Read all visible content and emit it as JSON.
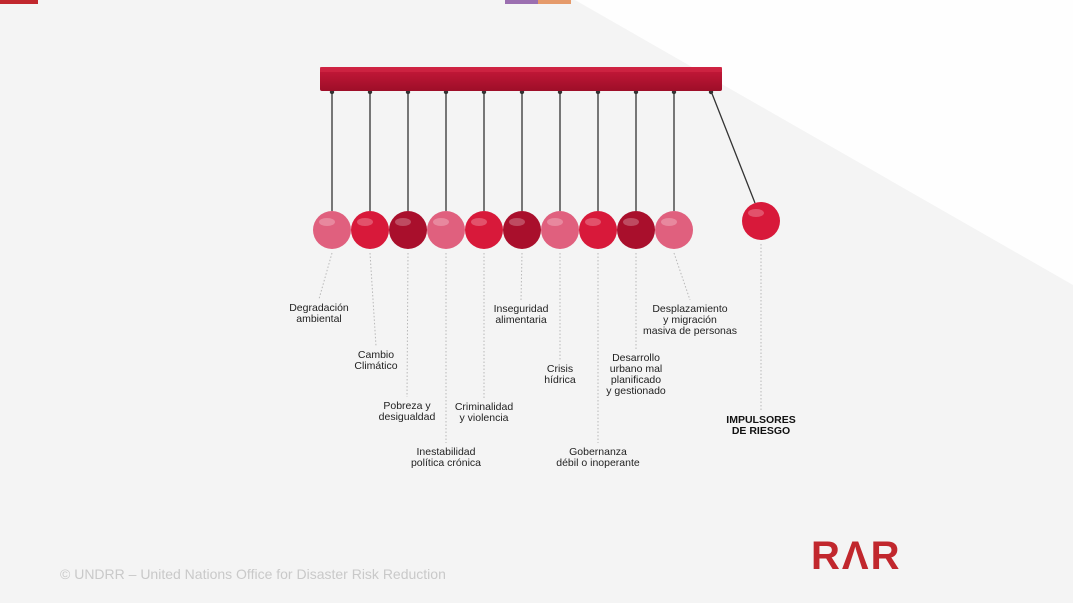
{
  "colors": {
    "bar": "#b5122f",
    "ball_light": "#e0607e",
    "ball_mid": "#d8193a",
    "ball_dark": "#a90f2c",
    "string": "#333333",
    "connector": "#b8b8b8",
    "logo": "#c1272d"
  },
  "pendulum": {
    "balls": [
      {
        "shade": "light",
        "label": "Degradación\nambiental"
      },
      {
        "shade": "mid",
        "label": "Cambio\nClimático"
      },
      {
        "shade": "dark",
        "label": "Pobreza y\ndesigualdad"
      },
      {
        "shade": "light",
        "label": "Inestabilidad\npolítica crónica"
      },
      {
        "shade": "mid",
        "label": "Criminalidad\ny violencia"
      },
      {
        "shade": "dark",
        "label": "Inseguridad\nalimentaria"
      },
      {
        "shade": "light",
        "label": "Crisis\nhídrica"
      },
      {
        "shade": "mid",
        "label": "Gobernanza\ndébil o inoperante"
      },
      {
        "shade": "dark",
        "label": "Desarrollo\nurbano mal\nplanificado\ny gestionado"
      },
      {
        "shade": "light",
        "label": "Desplazamiento\ny migración\nmasiva de personas"
      }
    ],
    "swing_ball": {
      "shade": "mid",
      "label": "IMPULSORES\nDE RIESGO"
    }
  },
  "footer": {
    "copyright": "© UNDRR – United Nations Office for Disaster Risk Reduction"
  },
  "logo": {
    "text": "RɅR",
    "icon": "rvr-logo"
  }
}
